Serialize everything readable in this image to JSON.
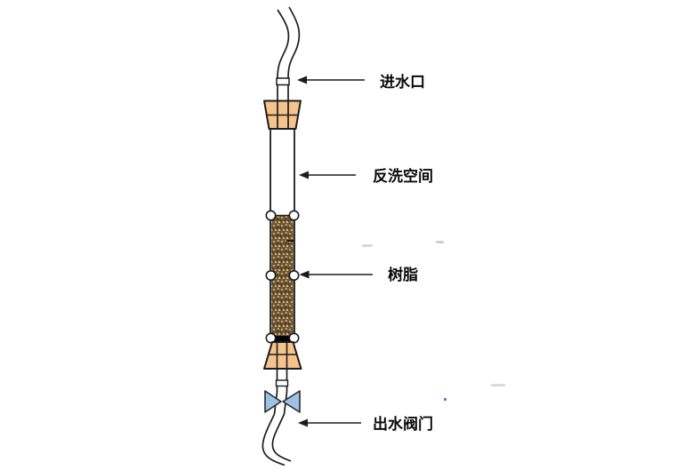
{
  "diagram": {
    "background": "#ffffff",
    "labels": {
      "inlet": "进水口",
      "backwash_space": "反洗空间",
      "resin": "树脂",
      "outlet_valve": "出水阀门"
    },
    "colors": {
      "outline": "#1c1c1c",
      "stopper_fill": "#F5C38B",
      "resin_base": "#6E5737",
      "resin_speckle_light": "#CBA56C",
      "resin_speckle_pale": "#DDBC82",
      "resin_speckle_dark": "#43341F",
      "valve_fill": "#9CC2E5",
      "seal_band": "#000000"
    }
  }
}
